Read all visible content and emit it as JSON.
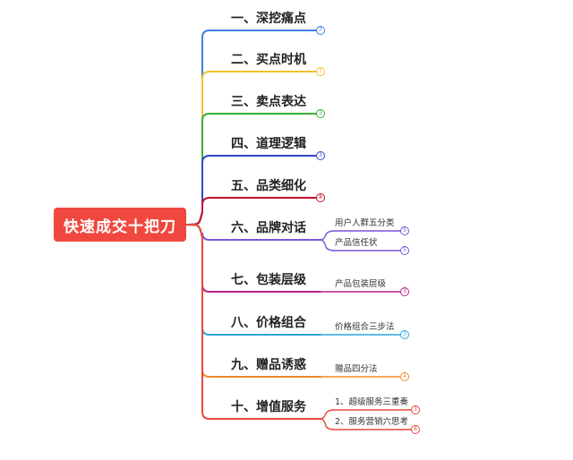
{
  "root": {
    "label": "快速成交十把刀",
    "color": "#f0483e"
  },
  "branches": [
    {
      "label": "一、深挖痛点",
      "color": "#3f7ee0",
      "badge": "7",
      "children": []
    },
    {
      "label": "二、买点时机",
      "color": "#f2c12e",
      "badge": "3",
      "children": []
    },
    {
      "label": "三、卖点表达",
      "color": "#3cad3c",
      "badge": "3",
      "children": []
    },
    {
      "label": "四、道理逻辑",
      "color": "#3347c7",
      "badge": "3",
      "children": []
    },
    {
      "label": "五、品类细化",
      "color": "#c8102e",
      "badge": "8",
      "children": []
    },
    {
      "label": "六、品牌对话",
      "color": "#7a55d6",
      "badge": "",
      "children": [
        {
          "label": "用户人群五分类",
          "badge": "5"
        },
        {
          "label": "产品信任状",
          "badge": "5"
        }
      ]
    },
    {
      "label": "七、包装层级",
      "color": "#b8208a",
      "badge": "",
      "children": [
        {
          "label": "产品包装层级",
          "badge": "3"
        }
      ]
    },
    {
      "label": "八、价格组合",
      "color": "#2aa6d6",
      "badge": "",
      "children": [
        {
          "label": "价格组合三步法",
          "badge": "3"
        }
      ]
    },
    {
      "label": "九、赠品诱惑",
      "color": "#f08a24",
      "badge": "",
      "children": [
        {
          "label": "赠品四分法",
          "badge": "4"
        }
      ]
    },
    {
      "label": "十、增值服务",
      "color": "#e8483e",
      "badge": "",
      "children": [
        {
          "label": "1、超级服务三重奏",
          "badge": "3"
        },
        {
          "label": "2、服务营销六思考",
          "badge": "6"
        }
      ]
    }
  ]
}
